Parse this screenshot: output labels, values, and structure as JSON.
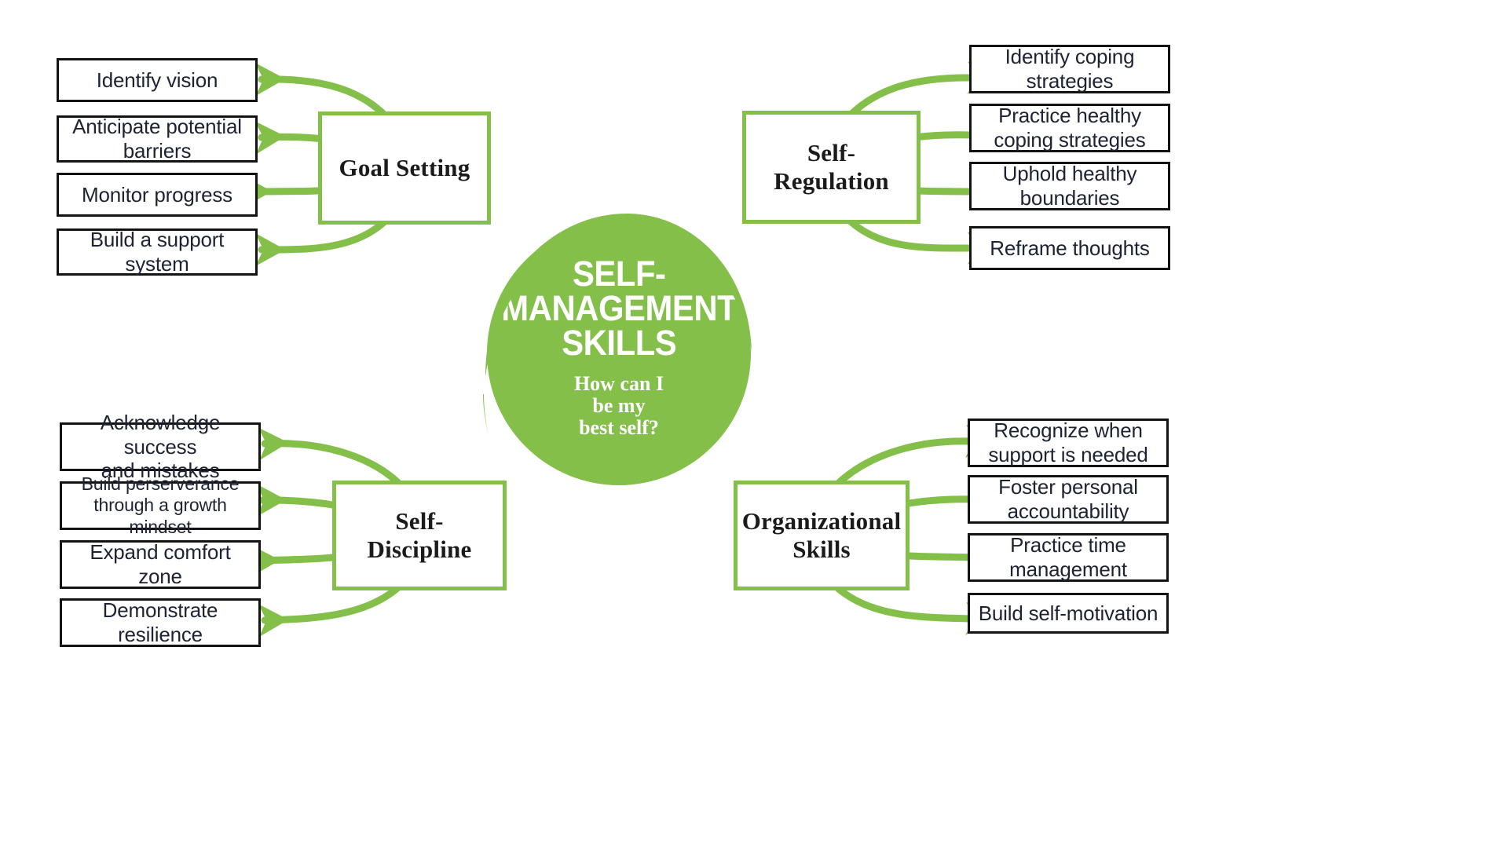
{
  "hub": {
    "title_lines": [
      "SELF-",
      "MANAGEMENT",
      "SKILLS"
    ],
    "title": "SELF-MANAGEMENT SKILLS",
    "subtitle_lines": [
      "How can I",
      "be my",
      "best self?"
    ],
    "subtitle": "How can I be my best self?",
    "fill_color": "#84bf4a",
    "text_color": "#ffffff"
  },
  "colors": {
    "accent_green": "#84bf4a",
    "leaf_border": "#131313",
    "leaf_text": "#1d2333",
    "branch_text": "#1b1b1b",
    "background": "#ffffff"
  },
  "branches": [
    {
      "id": "goal-setting",
      "label": "Goal Setting",
      "label_lines": [
        "Goal Setting"
      ],
      "position": "top-left",
      "leaves": [
        {
          "label": "Identify vision",
          "lines": [
            "Identify vision"
          ]
        },
        {
          "label": "Anticipate potential barriers",
          "lines": [
            "Anticipate potential",
            "barriers"
          ]
        },
        {
          "label": "Monitor progress",
          "lines": [
            "Monitor progress"
          ]
        },
        {
          "label": "Build a support system",
          "lines": [
            "Build a support",
            "system"
          ]
        }
      ]
    },
    {
      "id": "self-regulation",
      "label": "Self-Regulation",
      "label_lines": [
        "Self-",
        "Regulation"
      ],
      "position": "top-right",
      "leaves": [
        {
          "label": "Identify coping strategies",
          "lines": [
            "Identify coping",
            "strategies"
          ]
        },
        {
          "label": "Practice healthy coping strategies",
          "lines": [
            "Practice healthy",
            "coping strategies"
          ]
        },
        {
          "label": "Uphold healthy boundaries",
          "lines": [
            "Uphold healthy",
            "boundaries"
          ]
        },
        {
          "label": "Reframe thoughts",
          "lines": [
            "Reframe thoughts"
          ]
        }
      ]
    },
    {
      "id": "self-discipline",
      "label": "Self-Discipline",
      "label_lines": [
        "Self-",
        "Discipline"
      ],
      "position": "bottom-left",
      "leaves": [
        {
          "label": "Acknowledge success and mistakes",
          "lines": [
            "Acknowledge success",
            "and mistakes"
          ]
        },
        {
          "label": "Build perserverance through a growth mindset",
          "lines": [
            "Build perserverance",
            "through a growth mindset"
          ]
        },
        {
          "label": "Expand comfort zone",
          "lines": [
            "Expand comfort",
            "zone"
          ]
        },
        {
          "label": "Demonstrate resilience",
          "lines": [
            "Demonstrate",
            "resilience"
          ]
        }
      ]
    },
    {
      "id": "organizational-skills",
      "label": "Organizational Skills",
      "label_lines": [
        "Organizational",
        "Skills"
      ],
      "position": "bottom-right",
      "leaves": [
        {
          "label": "Recognize when support is needed",
          "lines": [
            "Recognize when",
            "support is needed"
          ]
        },
        {
          "label": "Foster personal accountability",
          "lines": [
            "Foster personal",
            "accountability"
          ]
        },
        {
          "label": "Practice time management",
          "lines": [
            "Practice time",
            "management"
          ]
        },
        {
          "label": "Build self-motivation",
          "lines": [
            "Build self-motivation"
          ]
        }
      ]
    }
  ]
}
